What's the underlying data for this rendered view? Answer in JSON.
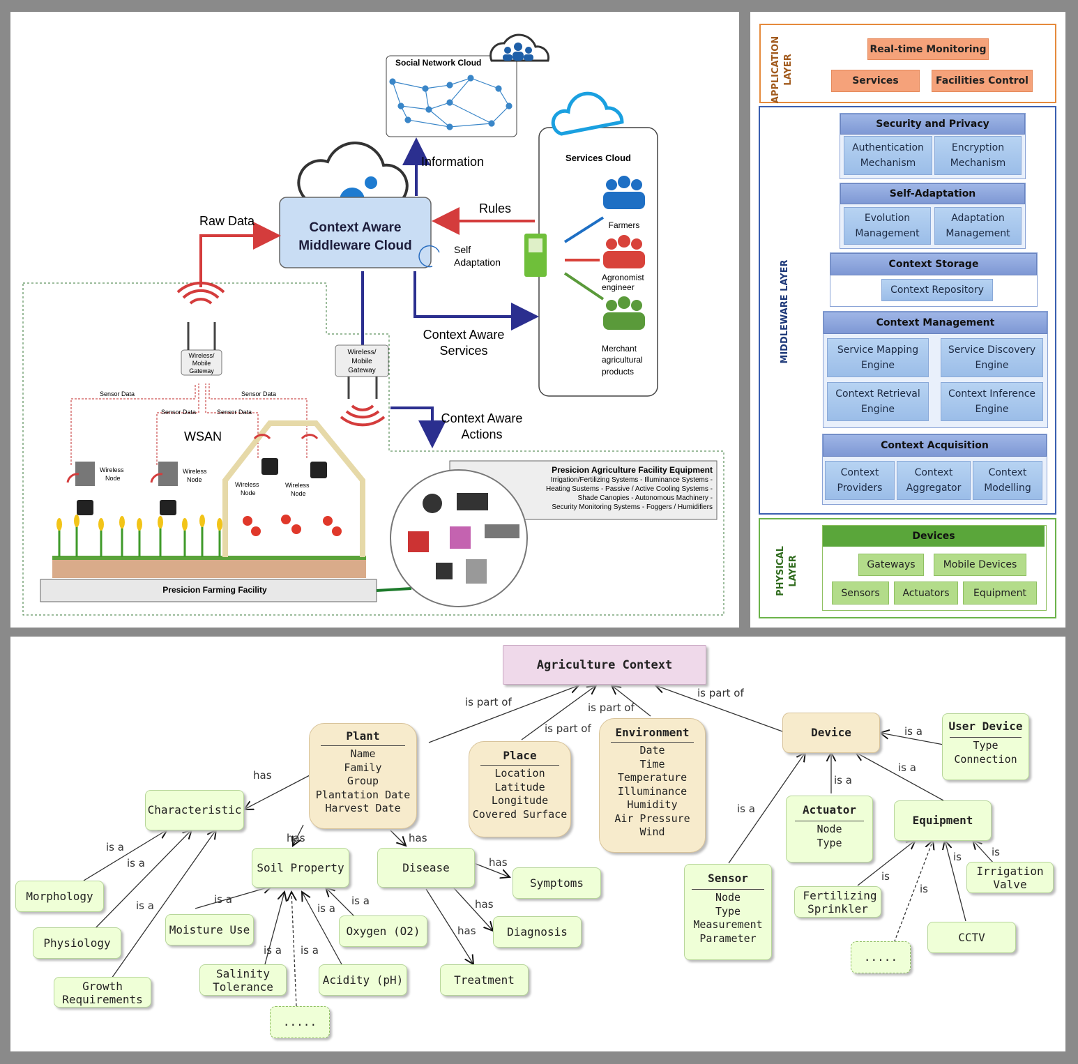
{
  "system": {
    "social_cloud": "Social Network Cloud",
    "middleware": [
      "Context Aware",
      "Middleware Cloud"
    ],
    "self_adaptation": [
      "Self",
      "Adaptation"
    ],
    "information": "Information",
    "raw_data": "Raw Data",
    "rules": "Rules",
    "services_cloud": "Services Cloud",
    "farmers": "Farmers",
    "agronomist": [
      "Agronomist",
      "engineer"
    ],
    "merchant": [
      "Merchant",
      "agricultural",
      "products"
    ],
    "ca_services": [
      "Context Aware",
      "Services"
    ],
    "ca_actions": [
      "Context Aware",
      "Actions"
    ],
    "gateway": [
      "Wireless/",
      "Mobile",
      "Gateway"
    ],
    "sensor_data": "Sensor Data",
    "wsan": "WSAN",
    "wireless_node": [
      "Wireless",
      "Node"
    ],
    "equipment_title": "Presicion Agriculture Facility Equipment",
    "equipment_lines": [
      "Irrigation/Fertilizing Systems - Illuminance Systems -",
      "Heating Sustems - Passive / Active Cooling Systems -",
      "Shade Canopies - Autonomous Machinery -",
      "Security Monitoring Systems - Foggers / Humidifiers"
    ],
    "facility": "Presicion Farming Facility"
  },
  "layers": {
    "application": {
      "title": [
        "APPLICATION",
        "LAYER"
      ],
      "items": [
        "Real-time Monitoring",
        "Services",
        "Facilities Control"
      ]
    },
    "middleware": {
      "title": "MIDDLEWARE LAYER",
      "security": {
        "title": "Security and Privacy",
        "items": [
          "Authentication Mechanism",
          "Encryption Mechanism"
        ]
      },
      "self_adaptation": {
        "title": "Self-Adaptation",
        "items": [
          "Evolution Management",
          "Adaptation Management"
        ]
      },
      "storage": {
        "title": "Context Storage",
        "items": [
          "Context Repository"
        ]
      },
      "management": {
        "title": "Context Management",
        "items": [
          "Service Mapping Engine",
          "Service Discovery Engine",
          "Context Retrieval Engine",
          "Context Inference Engine"
        ]
      },
      "acquisition": {
        "title": "Context Acquisition",
        "items": [
          "Context Providers",
          "Context Aggregator",
          "Context Modelling"
        ]
      }
    },
    "physical": {
      "title": [
        "PHYSICAL",
        "LAYER"
      ],
      "devices_title": "Devices",
      "items": [
        "Gateways",
        "Mobile Devices",
        "Sensors",
        "Actuators",
        "Equipment"
      ]
    }
  },
  "ontology": {
    "root": "Agriculture Context",
    "plant": {
      "title": "Plant",
      "attrs": [
        "Name",
        "Family",
        "Group",
        "Plantation Date",
        "Harvest Date"
      ]
    },
    "place": {
      "title": "Place",
      "attrs": [
        "Location",
        "Latitude",
        "Longitude",
        "Covered Surface"
      ]
    },
    "environment": {
      "title": "Environment",
      "attrs": [
        "Date",
        "Time",
        "Temperature",
        "Illuminance",
        "Humidity",
        "Air Pressure",
        "Wind"
      ]
    },
    "device": {
      "title": "Device"
    },
    "user_device": {
      "title": "User Device",
      "attrs": [
        "Type",
        "Connection"
      ]
    },
    "actuator": {
      "title": "Actuator",
      "attrs": [
        "Node",
        "Type"
      ]
    },
    "sensor": {
      "title": "Sensor",
      "attrs": [
        "Node",
        "Type",
        "Measurement",
        "Parameter"
      ]
    },
    "equipment": "Equipment",
    "characteristic": "Characteristic",
    "morphology": "Morphology",
    "physiology": "Physiology",
    "growth": "Growth Requirements",
    "soil": "Soil Property",
    "moisture": "Moisture Use",
    "oxygen": "Oxygen (O2)",
    "salinity": "Salinity Tolerance",
    "acidity": "Acidity (pH)",
    "more": ".....",
    "disease": "Disease",
    "symptoms": "Symptoms",
    "diagnosis": "Diagnosis",
    "treatment": "Treatment",
    "fertilizing": "Fertilizing Sprinkler",
    "irrigation": "Irrigation Valve",
    "cctv": "CCTV",
    "rel": {
      "part_of": "is part of",
      "has": "has",
      "is_a": "is a",
      "is": "is"
    }
  },
  "colors": {
    "red": "#d43c3c",
    "navy": "#2b2f8f",
    "green": "#5a9a3a",
    "blue": "#1e7bd0"
  }
}
